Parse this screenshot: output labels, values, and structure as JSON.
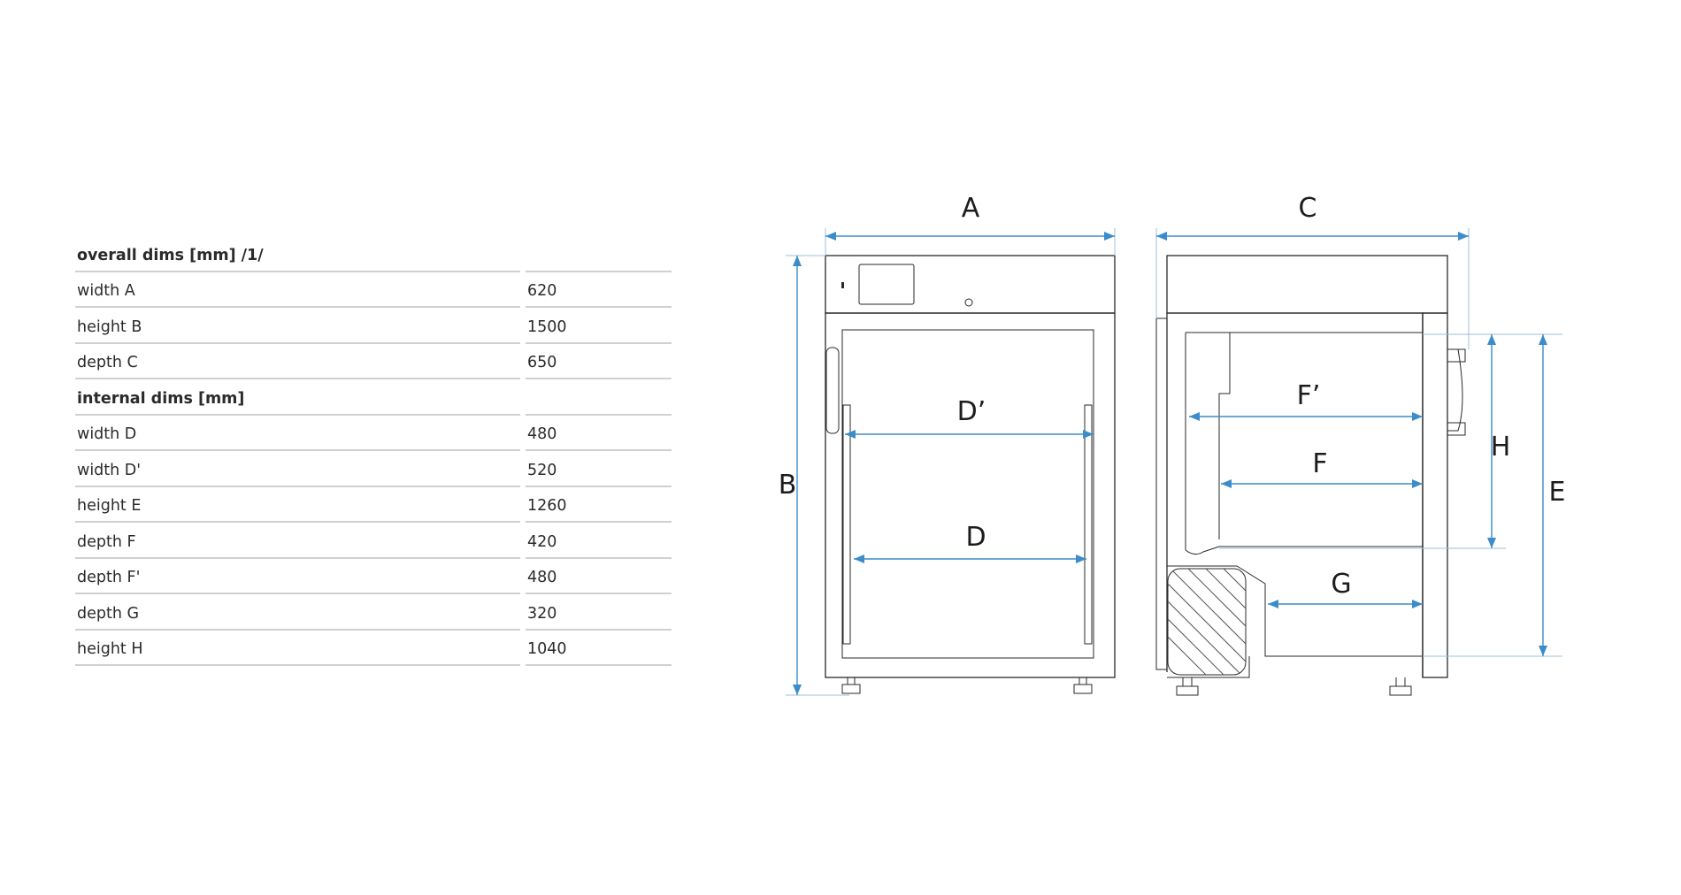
{
  "spec": {
    "rows": [
      {
        "label": "overall dims [mm] /1/",
        "value": "",
        "heading": true
      },
      {
        "label": "width A",
        "value": "620",
        "heading": false
      },
      {
        "label": "height B",
        "value": "1500",
        "heading": false
      },
      {
        "label": "depth C",
        "value": "650",
        "heading": false
      },
      {
        "label": "internal dims [mm]",
        "value": "",
        "heading": true
      },
      {
        "label": "width D",
        "value": "480",
        "heading": false
      },
      {
        "label": "width D'",
        "value": "520",
        "heading": false
      },
      {
        "label": "height E",
        "value": "1260",
        "heading": false
      },
      {
        "label": "depth F",
        "value": "420",
        "heading": false
      },
      {
        "label": "depth F'",
        "value": "480",
        "heading": false
      },
      {
        "label": "depth G",
        "value": "320",
        "heading": false
      },
      {
        "label": "height H",
        "value": "1040",
        "heading": false
      }
    ]
  },
  "drawing": {
    "labels": {
      "A": "A",
      "B": "B",
      "C": "C",
      "D": "D",
      "D_prime": "D’",
      "E": "E",
      "F": "F",
      "F_prime": "F’",
      "G": "G",
      "H": "H"
    },
    "colors": {
      "dimension": "#3b8cc9",
      "outline": "#2a2a2a"
    }
  }
}
